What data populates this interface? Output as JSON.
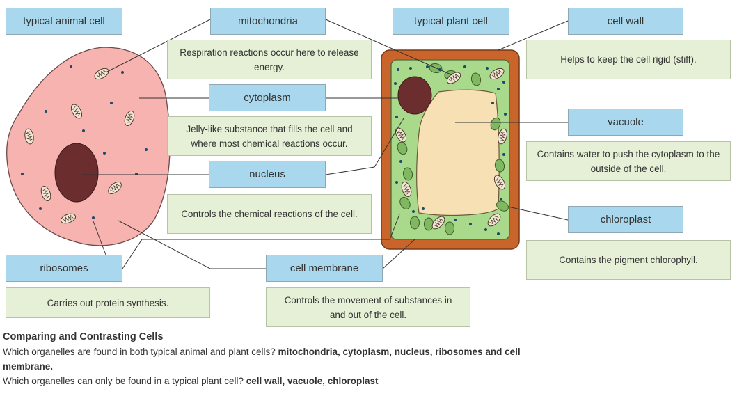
{
  "labels": {
    "animal_cell": "typical animal cell",
    "mitochondria": "mitochondria",
    "plant_cell": "typical plant cell",
    "cell_wall": "cell wall",
    "cytoplasm": "cytoplasm",
    "vacuole": "vacuole",
    "nucleus": "nucleus",
    "chloroplast": "chloroplast",
    "ribosomes": "ribosomes",
    "cell_membrane": "cell membrane"
  },
  "descriptions": {
    "mitochondria": "Respiration reactions occur here to release energy.",
    "cell_wall": "Helps to keep the cell rigid (stiff).",
    "cytoplasm": "Jelly-like substance that fills the cell and where most chemical reactions occur.",
    "vacuole": "Contains water to push the cytoplasm to the outside of the cell.",
    "nucleus": "Controls the chemical reactions of the cell.",
    "chloroplast": "Contains the pigment chlorophyll.",
    "ribosomes": "Carries out protein synthesis.",
    "cell_membrane": "Controls the movement of substances in and out of the cell."
  },
  "comparison": {
    "heading": "Comparing and Contrasting Cells",
    "q1": "Which organelles are found in both typical animal and plant cells?",
    "a1": "mitochondria, cytoplasm, nucleus, ribosomes and cell membrane.",
    "q2": "Which organelles can only be found in a typical plant cell?",
    "a2": "cell wall, vacuole, chloroplast"
  },
  "colors": {
    "label_bg": "#a9d8ee",
    "desc_bg": "#e5f0d6",
    "animal_cytoplasm": "#f6b3b0",
    "nucleus": "#6b2d2d",
    "plant_wall": "#c9642a",
    "plant_cytoplasm": "#a9d98a",
    "vacuole": "#f6e0b4",
    "ribosome": "#1d4a6b"
  }
}
